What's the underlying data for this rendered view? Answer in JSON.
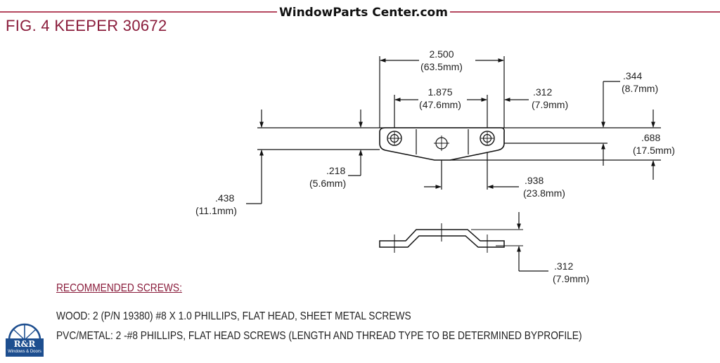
{
  "header": {
    "figure_title": "FIG. 4  KEEPER 30672",
    "site_name": "WindowParts Center.com"
  },
  "dimensions": [
    {
      "id": "d2500",
      "inch": "2.500",
      "mm": "(63.5mm)"
    },
    {
      "id": "d1875",
      "inch": "1.875",
      "mm": "(47.6mm)"
    },
    {
      "id": "d312a",
      "inch": ".312",
      "mm": "(7.9mm)"
    },
    {
      "id": "d344",
      "inch": ".344",
      "mm": "(8.7mm)"
    },
    {
      "id": "d688",
      "inch": ".688",
      "mm": "(17.5mm)"
    },
    {
      "id": "d218",
      "inch": ".218",
      "mm": "(5.6mm)"
    },
    {
      "id": "d938",
      "inch": ".938",
      "mm": "(23.8mm)"
    },
    {
      "id": "d438",
      "inch": ".438",
      "mm": "(11.1mm)"
    },
    {
      "id": "d312b",
      "inch": ".312",
      "mm": "(7.9mm)"
    }
  ],
  "screws": {
    "heading": "RECOMMENDED SCREWS:",
    "wood": "WOOD: 2 (P/N 19380) #8 X 1.0 PHILLIPS, FLAT HEAD, SHEET METAL SCREWS",
    "pvc_metal": "PVC/METAL: 2 -#8 PHILLIPS, FLAT   HEAD SCREWS (LENGTH AND THREAD TYPE TO BE DETERMINED BYPROFILE)"
  },
  "logo": {
    "initials": "R&R",
    "subtitle": "Windows & Doors"
  },
  "colors": {
    "accent": "#8a1c3b",
    "rule": "#b5485f",
    "logo_blue": "#1d4e8f"
  }
}
